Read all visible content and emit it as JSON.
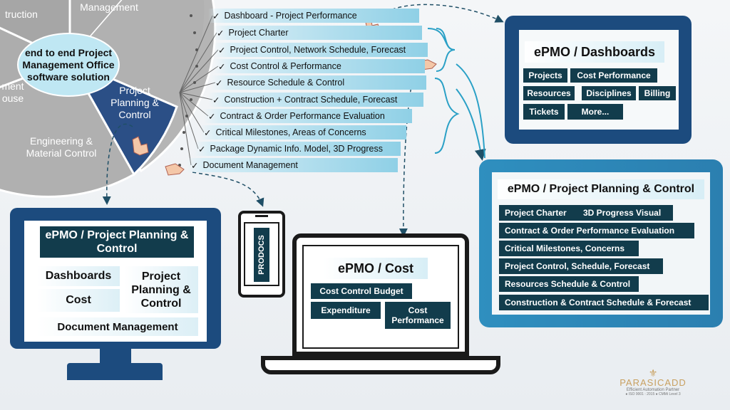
{
  "pie": {
    "center": "end to end Project Management Office software solution",
    "segments": {
      "construction": "truction",
      "management": "Management",
      "warehouse": "ment\nouse",
      "engineering": "Engineering &\nMaterial Control",
      "planning": "Project\nPlanning &\nControl"
    }
  },
  "checklist": [
    "Dashboard - Project Performance",
    "Project Charter",
    "Project Control, Network Schedule, Forecast",
    "Cost Control & Performance",
    "Resource Schedule & Control",
    "Construction + Contract Schedule, Forecast",
    "Contract & Order Performance Evaluation",
    "Critical Milestones, Areas of Concerns",
    "Package Dynamic Info. Model, 3D Progress",
    "Document Management"
  ],
  "dashboards": {
    "title": "ePMO / Dashboards",
    "items": [
      "Projects",
      "Cost Performance",
      "Resources",
      "Disciplines",
      "Billing",
      "Tickets",
      "More..."
    ]
  },
  "ppc_tablet": {
    "title": "ePMO / Project Planning & Control",
    "items": [
      "Project Charter",
      "3D Progress Visual",
      "Contract & Order Performance Evaluation",
      "Critical Milestones, Concerns",
      "Project Control, Schedule, Forecast",
      "Resources Schedule & Control",
      "Construction & Contract Schedule & Forecast"
    ]
  },
  "monitor": {
    "title": "ePMO / Project Planning & Control",
    "dashboards": "Dashboards",
    "cost": "Cost",
    "ppc": "Project Planning & Control",
    "docs": "Document Management"
  },
  "phone": {
    "label": "PRODOCS"
  },
  "laptop": {
    "title": "ePMO / Cost",
    "budget": "Cost Control Budget",
    "expenditure": "Expenditure",
    "performance": "Cost Performance"
  },
  "logo": {
    "name": "PARASICADD",
    "tagline": "Efficient Automation Partner",
    "cert": "● ISO 9001 : 2015 ● CMMi Level 3"
  },
  "colors": {
    "navy": "#1c4b7e",
    "dark_teal": "#123c4c",
    "light_cyan": "#8fd0e6",
    "pie_grey": "#b5b5b5",
    "pie_blue": "#2b4f86"
  }
}
